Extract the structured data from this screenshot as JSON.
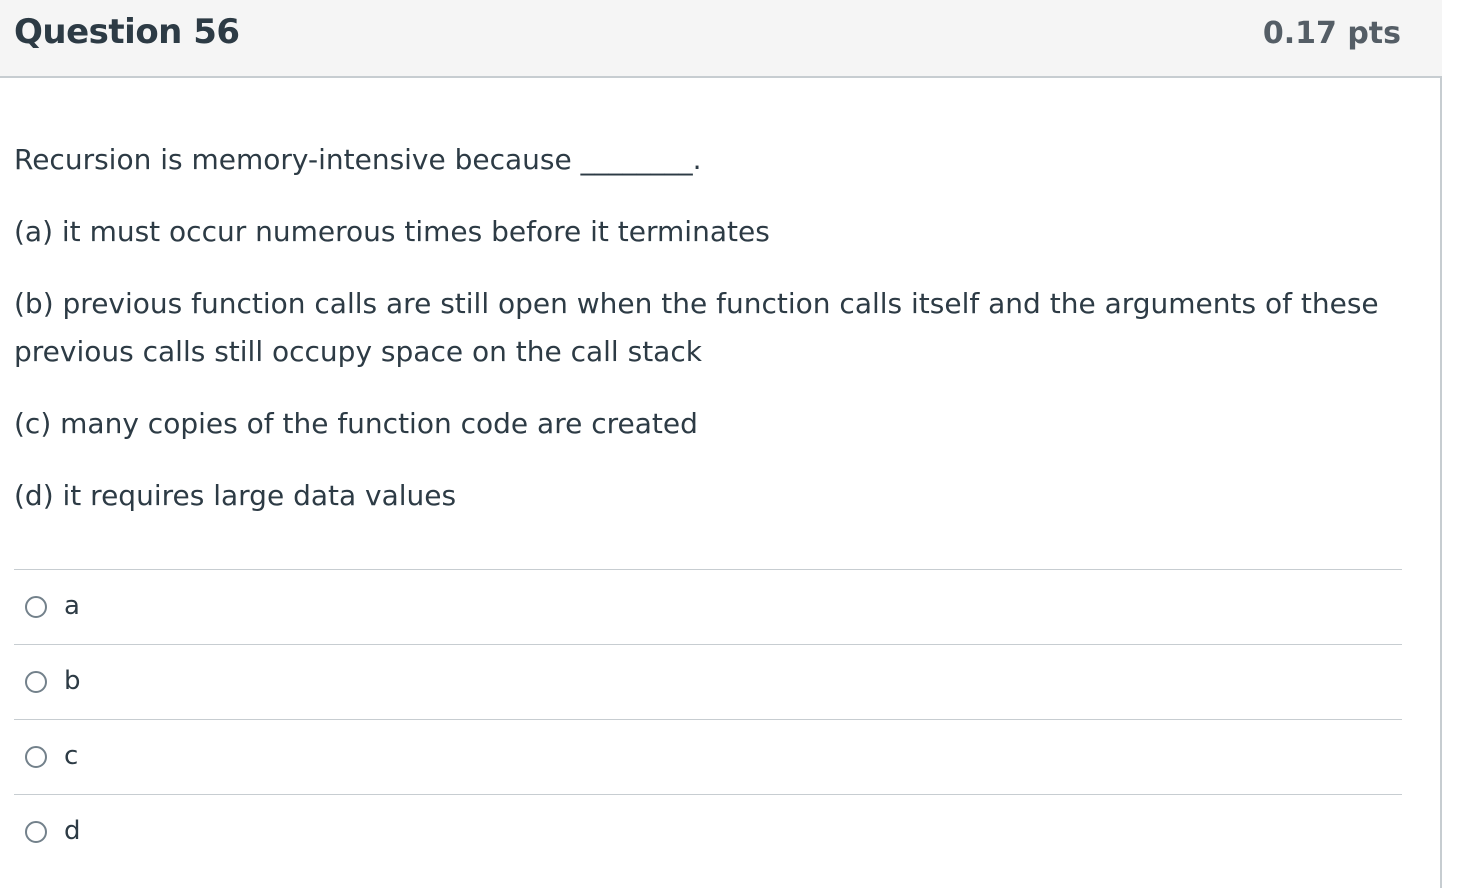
{
  "question": {
    "title": "Question 56",
    "points": "0.17 pts",
    "paragraphs": [
      "Recursion is memory-intensive because ________.",
      "(a) it must occur numerous times before it terminates",
      "(b) previous function calls are still open when the function calls itself and the arguments of these previous calls still occupy space on the call stack",
      "(c) many copies of the function code are created",
      "(d) it requires large data values"
    ]
  },
  "answers": [
    {
      "label": "a",
      "selected": false
    },
    {
      "label": "b",
      "selected": false
    },
    {
      "label": "c",
      "selected": false
    },
    {
      "label": "d",
      "selected": false
    }
  ]
}
